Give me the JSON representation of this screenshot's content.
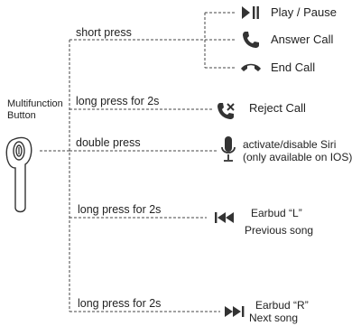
{
  "device": {
    "label_line1": "Multifunction",
    "label_line2": "Button"
  },
  "actions": {
    "short_press": "short press",
    "long_press_reject": "long press for 2s",
    "double_press": "double press",
    "long_press_left": "long press for 2s",
    "long_press_right": "long press for 2s"
  },
  "results": {
    "play_pause": "Play / Pause",
    "answer_call": "Answer Call",
    "end_call": "End Call",
    "reject_call": "Reject Call",
    "siri_line1": "activate/disable Siri",
    "siri_line2": "(only available on IOS)",
    "left_line1": "Earbud “L”",
    "left_line2": "Previous song",
    "right_line1": "Earbud “R”",
    "right_line2": "Next song"
  },
  "icons": {
    "play_pause": "play-pause-icon",
    "answer_call": "phone-answer-icon",
    "end_call": "phone-end-icon",
    "reject_call": "phone-reject-icon",
    "siri": "microphone-icon",
    "previous": "previous-track-icon",
    "next": "next-track-icon",
    "earbud": "earbud-icon"
  },
  "colors": {
    "line": "#444444",
    "icon": "#333333",
    "text": "#222222"
  }
}
